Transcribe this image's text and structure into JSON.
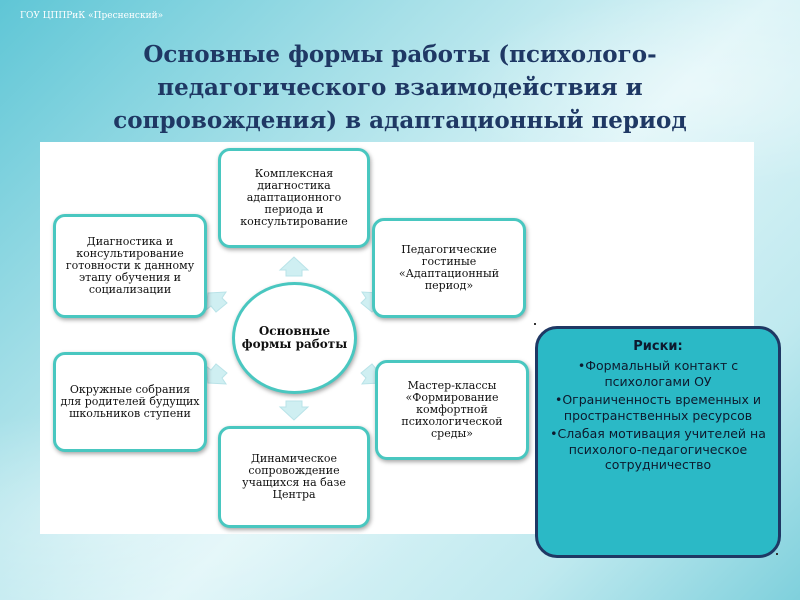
{
  "org_label": "ГОУ ЦППРиК «Пресненский»",
  "title": "Основные формы работы (психолого-педагогического взаимодействия и сопровождения) в адаптационный период",
  "center": {
    "label": "Основные формы работы"
  },
  "nodes": [
    {
      "id": "top",
      "text": "Комплексная диагностика адаптационного периода и консультирование"
    },
    {
      "id": "top-right",
      "text": "Педагогические гостиные «Адаптационный период»"
    },
    {
      "id": "bottom-right",
      "text": "Мастер-классы «Формирование комфортной психологической среды»"
    },
    {
      "id": "bottom",
      "text": "Динамическое сопровождение учащихся на базе Центра"
    },
    {
      "id": "bottom-left",
      "text": "Окружные собрания для родителей будущих школьников ступени"
    },
    {
      "id": "top-left",
      "text": "Диагностика и консультирование готовности к данному этапу обучения и социализации"
    }
  ],
  "risks": {
    "title": "Риски:",
    "items": [
      "•Формальный контакт с психологами ОУ",
      "•Ограниченность временных и пространственных ресурсов",
      "•Слабая мотивация учителей на психолого-педагогическое сотрудничество"
    ]
  },
  "colors": {
    "accent": "#49c7c0",
    "title": "#1f3864",
    "risk_fill": "#2bb9c6",
    "risk_border": "#1f3864"
  }
}
